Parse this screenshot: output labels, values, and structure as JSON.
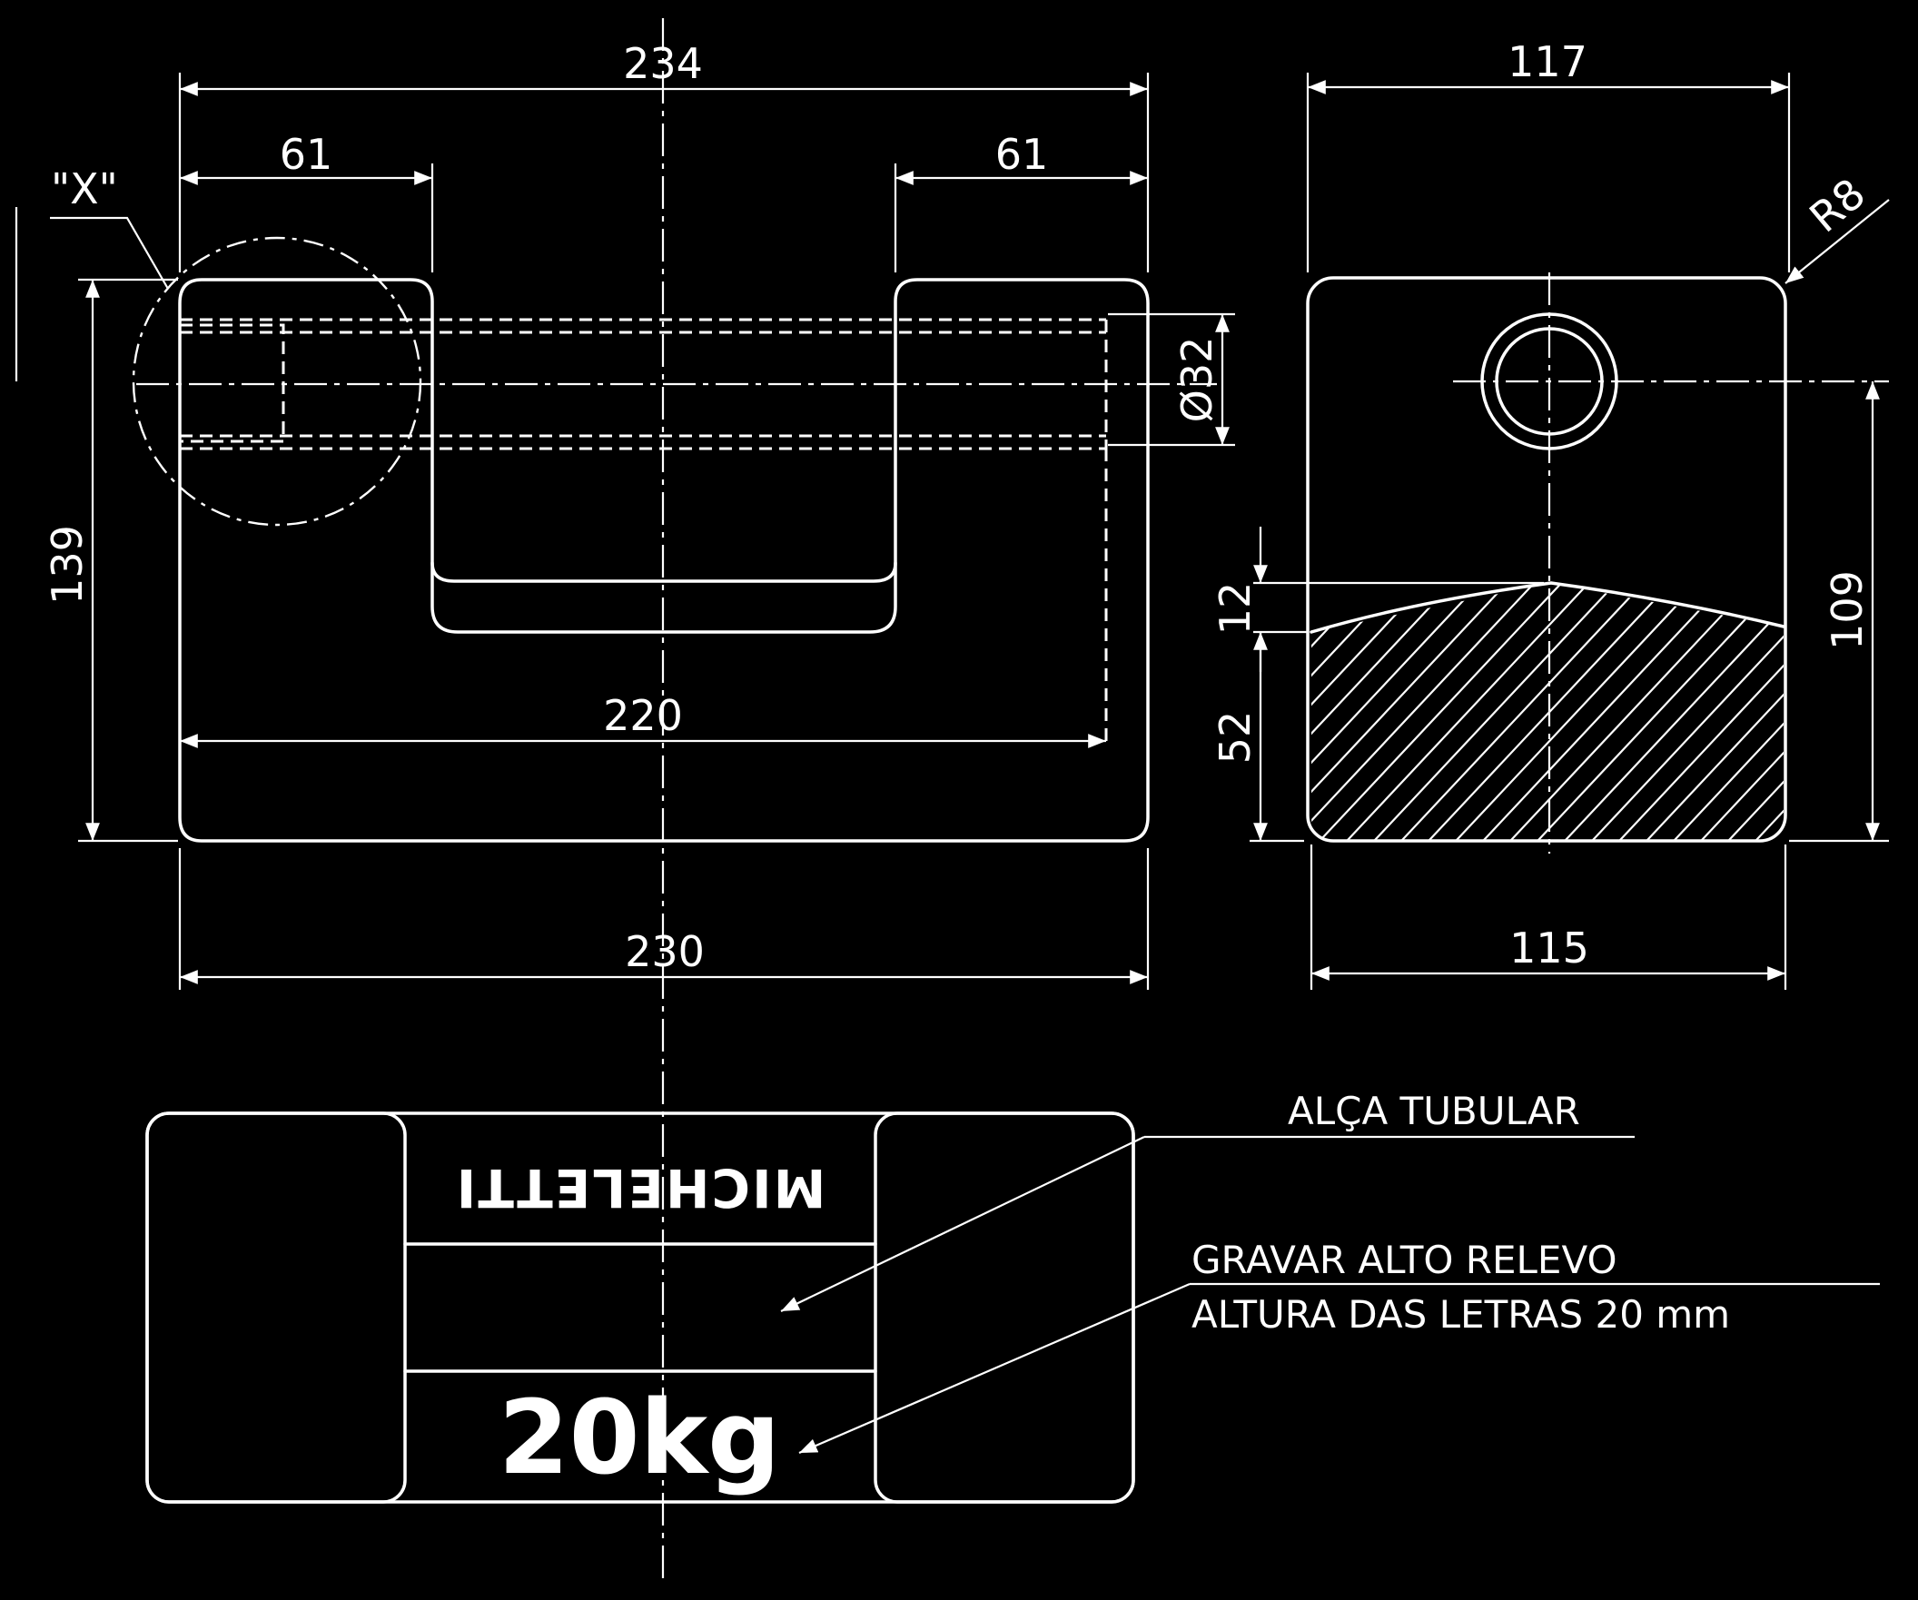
{
  "front_view": {
    "dim_overall_top": "234",
    "dim_left_lug": "61",
    "dim_right_lug": "61",
    "dim_detail_mark": "\"X\"",
    "dim_height": "139",
    "dim_tube_diameter": "Ø32",
    "dim_inner_width": "220",
    "dim_base_width": "230"
  },
  "side_view": {
    "dim_top_width": "117",
    "dim_radius": "R8",
    "dim_crown": "12",
    "dim_section_height": "52",
    "dim_tube_height": "109",
    "dim_base_width": "115"
  },
  "top_view": {
    "brand_mark": "MICHELETTI",
    "weight_mark": "20kg"
  },
  "notes": {
    "handle_note": "ALÇA TUBULAR",
    "engrave_line_1": "GRAVAR ALTO RELEVO",
    "engrave_line_2": "ALTURA DAS LETRAS 20 mm"
  },
  "colors": {
    "background": "#000000",
    "ink": "#ffffff"
  }
}
